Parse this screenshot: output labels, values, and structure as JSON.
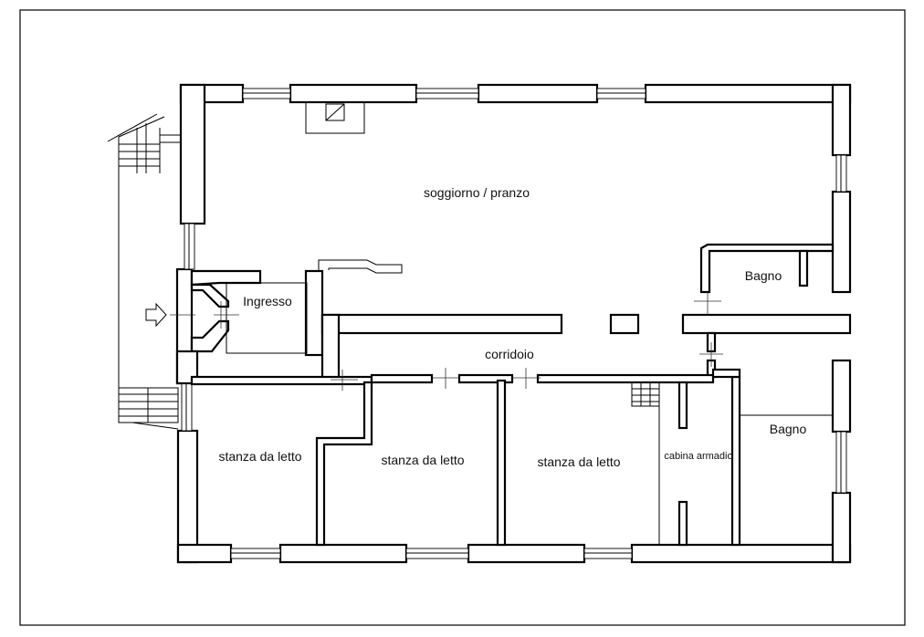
{
  "rooms": {
    "living": "soggiorno / pranzo",
    "entrance": "Ingresso",
    "bath1": "Bagno",
    "corridor": "corridoio",
    "bath2": "Bagno",
    "bedroom1": "stanza da letto",
    "bedroom2": "stanza da letto",
    "bedroom3": "stanza da letto",
    "closet": "cabina armadio"
  },
  "icons": {
    "entry": "entry-arrow-icon",
    "stairs": "stairs-icon",
    "fireplace": "fireplace-icon"
  },
  "colors": {
    "ink": "#000000",
    "paper": "#ffffff"
  }
}
